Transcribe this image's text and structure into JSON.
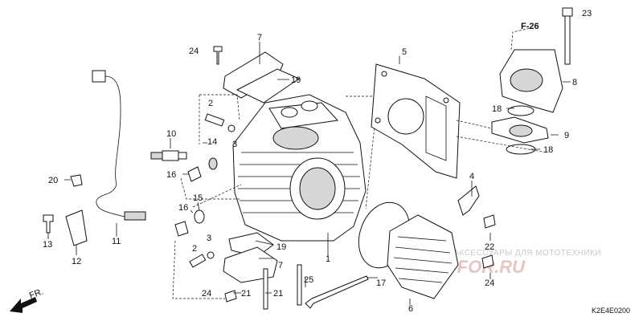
{
  "diagram": {
    "reference": "F-26",
    "code": "K2E4E0200",
    "direction_label": "FR.",
    "watermark": {
      "top": "ЗАПЧАСТИ И АКСЕССУАРЫ ДЛЯ МОТОТЕХНИКИ",
      "bottom": "PARTS FOR.RU"
    },
    "callouts": [
      "1",
      "2",
      "2",
      "3",
      "3",
      "4",
      "5",
      "6",
      "7",
      "7",
      "8",
      "9",
      "10",
      "11",
      "12",
      "13",
      "14",
      "15",
      "16",
      "16",
      "17",
      "18",
      "18",
      "19",
      "19",
      "20",
      "21",
      "21",
      "22",
      "23",
      "24",
      "24",
      "24",
      "25"
    ]
  }
}
